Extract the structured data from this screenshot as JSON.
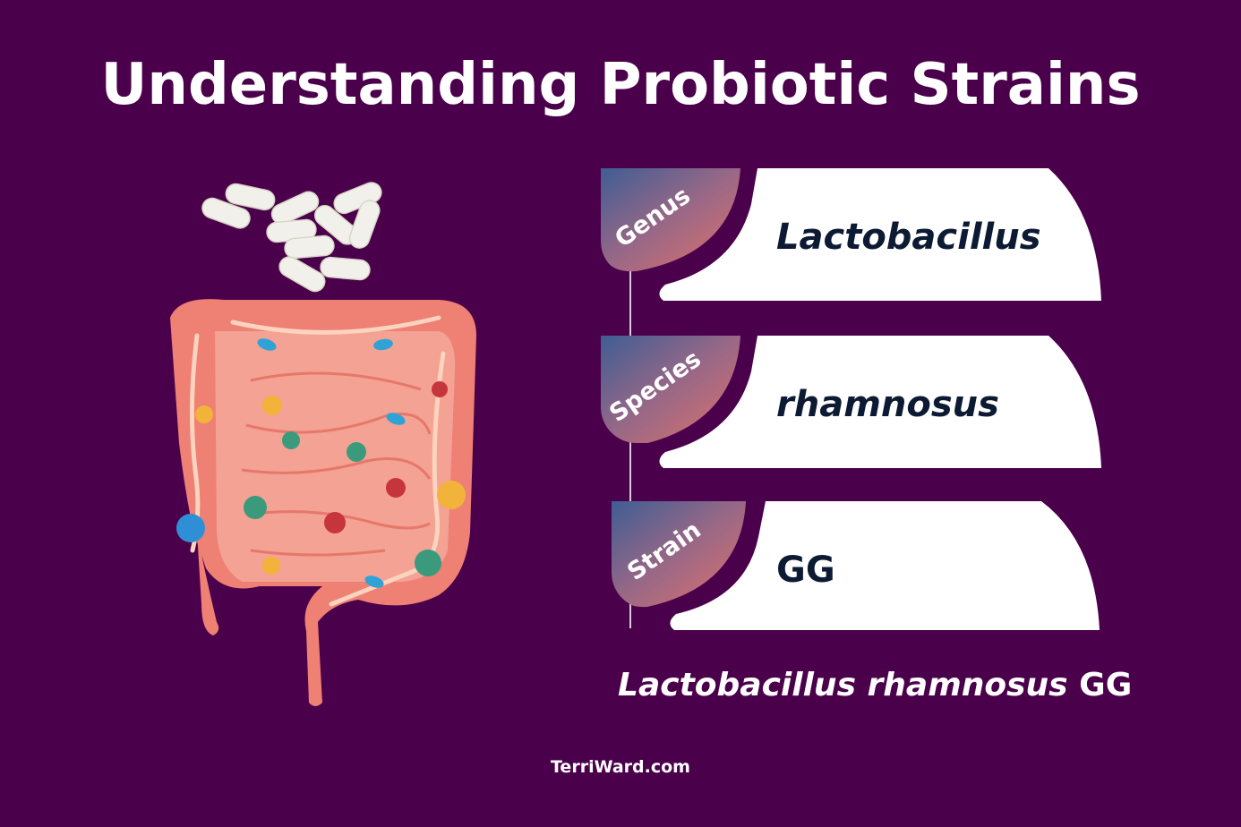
{
  "header": {
    "title": "Understanding Probiotic Strains"
  },
  "illustration": {
    "label": "intestines-with-probiotic-capsules",
    "capsule_color": "#f2f0ea",
    "intestine_color": "#ee8074",
    "microbe_colors": [
      "#2fa3d6",
      "#f2b33a",
      "#3c9a7c",
      "#c7353c"
    ]
  },
  "taxonomy": [
    {
      "level": "Genus",
      "value": "Lactobacillus",
      "italic": true
    },
    {
      "level": "Species",
      "value": "rhamnosus",
      "italic": true
    },
    {
      "level": "Strain",
      "value": "GG",
      "italic": false
    }
  ],
  "full_name": {
    "genus": "Lactobacillus",
    "species": "rhamnosus",
    "strain": "GG"
  },
  "footer": {
    "site": "TerriWard.com"
  },
  "colors": {
    "background": "#4b004b",
    "card": "#ffffff",
    "card_text": "#0d1a33",
    "gradient_start": "#3f5d94",
    "gradient_end": "#d97268"
  }
}
